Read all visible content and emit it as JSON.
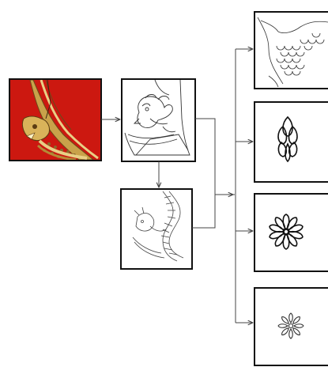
{
  "diagram": {
    "description_nodes": [
      {
        "id": "photo",
        "icon": "wayang-dragon-photo"
      },
      {
        "id": "outline",
        "icon": "dragon-head-outline"
      },
      {
        "id": "serpent",
        "icon": "serpent-line-drawing"
      },
      {
        "id": "scales",
        "icon": "scale-pattern-sketch"
      },
      {
        "id": "petal-cluster",
        "icon": "teardrop-petal-cluster"
      },
      {
        "id": "rosette",
        "icon": "daisy-rosette"
      },
      {
        "id": "small-flower",
        "icon": "small-flower-motif"
      }
    ],
    "colors": {
      "frame": "#111111",
      "arrow": "#444444",
      "photo_background": "#d41a12",
      "gold": "#c9a24a",
      "gold_dark": "#6b4a1a"
    }
  }
}
